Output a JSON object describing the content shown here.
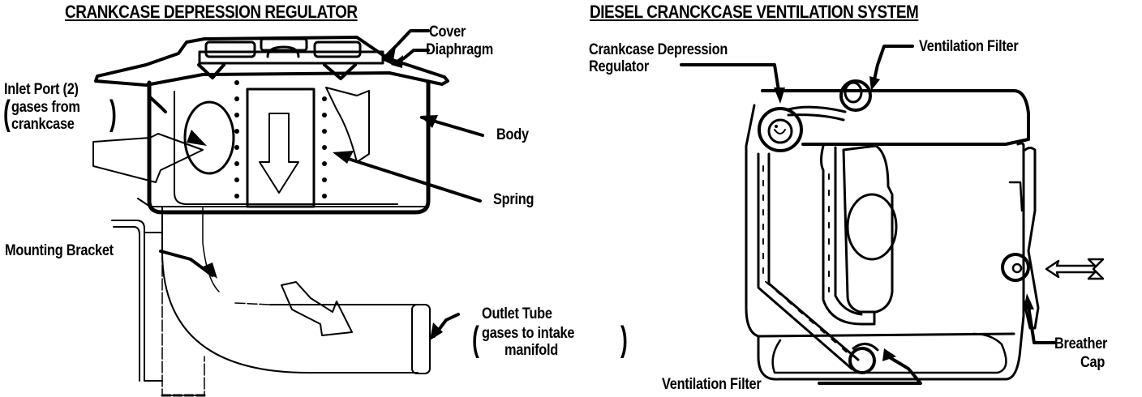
{
  "left_diagram": {
    "title": "CRANKCASE DEPRESSION REGULATOR",
    "labels": {
      "cover": "Cover",
      "diaphragm": "Diaphragm",
      "inlet_port": "Inlet Port (2)",
      "inlet_port_note_1": "gases from",
      "inlet_port_note_2": "crankcase",
      "body": "Body",
      "spring": "Spring",
      "mounting_bracket": "Mounting Bracket",
      "outlet_tube": "Outlet Tube",
      "outlet_tube_note_1": "gases to intake",
      "outlet_tube_note_2": "manifold"
    }
  },
  "right_diagram": {
    "title": "DIESEL CRANCKCASE VENTILATION SYSTEM",
    "labels": {
      "regulator_line_1": "Crankcase Depression",
      "regulator_line_2": "Regulator",
      "ventilation_filter_top": "Ventilation Filter",
      "ventilation_filter_bottom": "Ventilation Filter",
      "breather_cap_line_1": "Breather",
      "breather_cap_line_2": "Cap"
    }
  },
  "parens": {
    "open": "(",
    "close": ")"
  }
}
